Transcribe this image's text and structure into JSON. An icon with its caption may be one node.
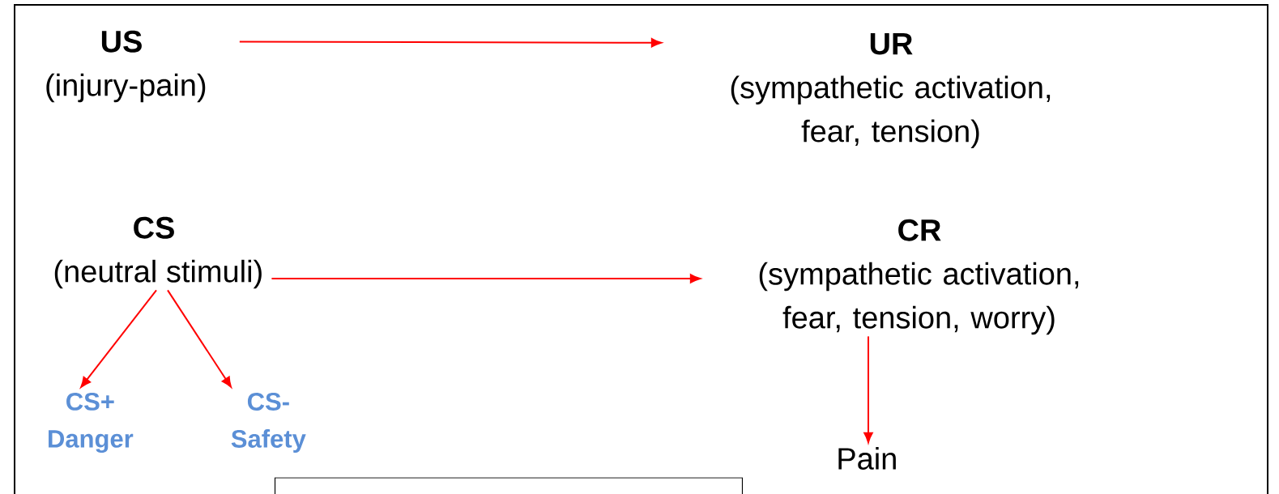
{
  "diagram": {
    "nodes": [
      {
        "text": [
          "US",
          "(injury-pain)"
        ]
      },
      {
        "text": [
          "UR",
          "(sympathetic activation, fear, tension)"
        ]
      },
      {
        "text": [
          "CS",
          "(neutral stimuli)"
        ]
      },
      {
        "text": [
          "CR",
          "(sympathetic activation, fear, tension, worry)"
        ]
      },
      {
        "text": [
          "CS+",
          "Danger"
        ]
      },
      {
        "text": [
          "CS-",
          "Safety"
        ]
      },
      {
        "text": [
          "Pain"
        ]
      },
      {
        "text": [],
        "shape": "box"
      }
    ],
    "edges": [
      {
        "from": 0,
        "to": 1,
        "arrow": "to"
      },
      {
        "from": 2,
        "to": 3,
        "arrow": "to"
      },
      {
        "from": 2,
        "to": 4,
        "arrow": "to"
      },
      {
        "from": 2,
        "to": 5,
        "arrow": "to"
      },
      {
        "from": 3,
        "to": 6,
        "arrow": "to"
      }
    ]
  }
}
